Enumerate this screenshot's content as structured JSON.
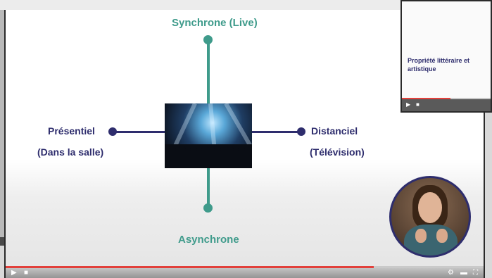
{
  "diagram": {
    "top_label": "Synchrone  (Live)",
    "bottom_label": "Asynchrone",
    "left_label": "Présentiel",
    "left_sublabel": "(Dans la salle)",
    "right_label": "Distanciel",
    "right_sublabel": "(Télévision)",
    "center_image": "concert-stage-photo"
  },
  "player": {
    "progress_fraction": 0.77,
    "play_icon": "play-icon",
    "volume_icon": "volume-icon",
    "settings_icon": "settings-icon",
    "fullscreen_icon": "fullscreen-icon"
  },
  "thumbnail": {
    "title": "Propriété littéraire et artistique",
    "progress_fraction": 0.55
  },
  "presenter": {
    "image": "sign-language-presenter-video"
  },
  "colors": {
    "teal": "#3f9b8b",
    "navy": "#2e2d6d",
    "progress": "#e2403b"
  }
}
